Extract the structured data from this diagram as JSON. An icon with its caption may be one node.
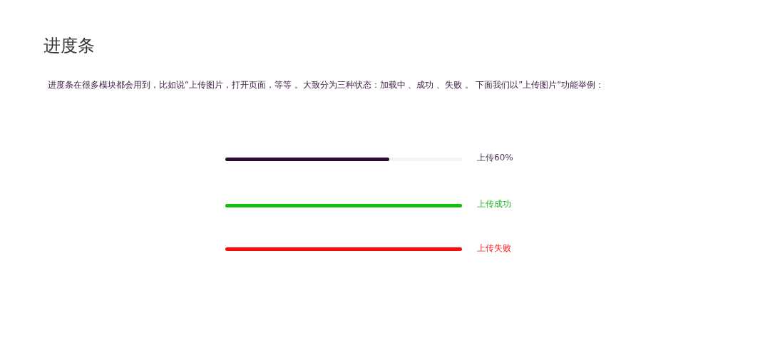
{
  "diagram": {
    "title": "进度条",
    "labels": [
      "进度条在很多模块都会用到，比如说“上传图片，打开页面，等等 。大致分为三种状态：加载中 、成功 、失败 。 下面我们以”上传图片“功能举例：",
      "上传60%",
      "上传成功",
      "上传失败"
    ]
  }
}
